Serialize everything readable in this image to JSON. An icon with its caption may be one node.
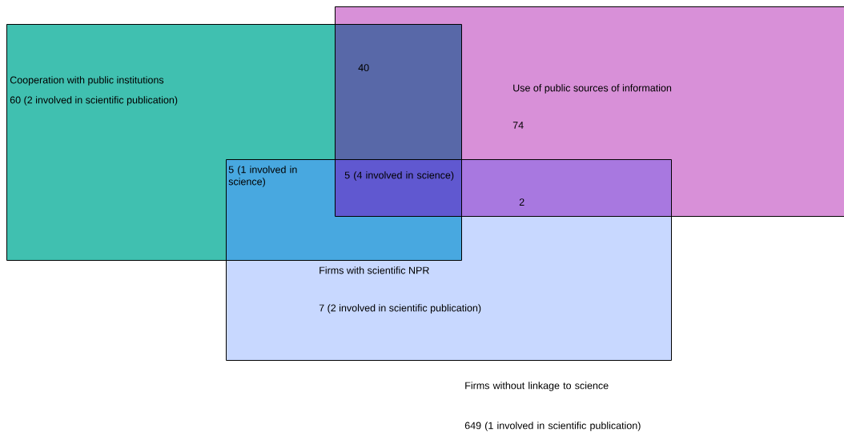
{
  "diagram": {
    "nodes": [
      {
        "text": [
          "Cooperation with public institutions",
          "60 (2 involved in scientific publication)"
        ]
      },
      {
        "text": [
          "Use of public sources of information",
          "74"
        ]
      },
      {
        "text": [
          "Firms with scientific NPR",
          "7 (2 involved in scientific publication)"
        ]
      }
    ],
    "labels": [
      "40",
      "5 (1 involved in science)",
      "5 (4 involved in science)",
      "2",
      "Firms without linkage to science",
      "649 (1 involved in scientific publication)"
    ]
  }
}
